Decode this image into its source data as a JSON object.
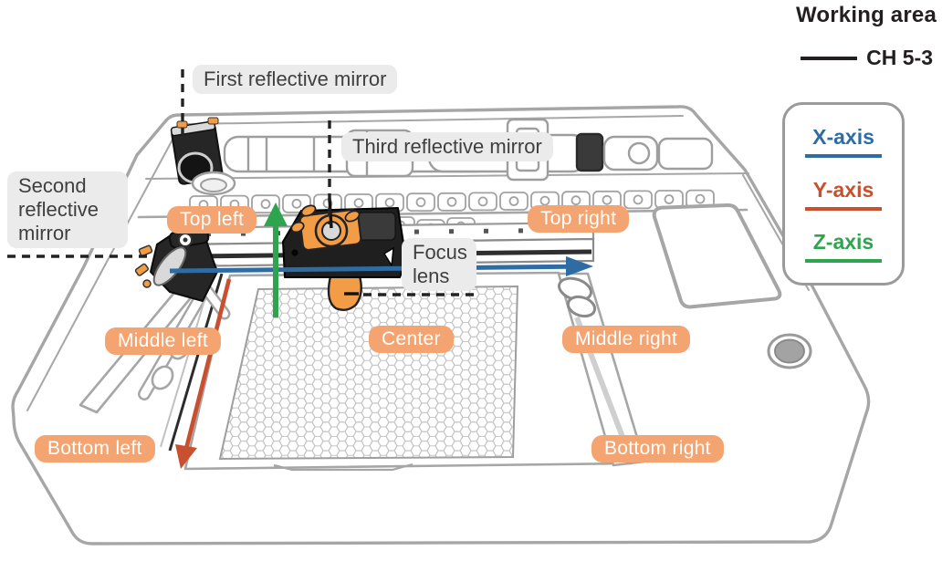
{
  "title": "Working area",
  "model_legend": {
    "label": "CH 5-3"
  },
  "axis_legend": {
    "entries": [
      {
        "label": "X-axis",
        "color": "#2e6ca4"
      },
      {
        "label": "Y-axis",
        "color": "#d6452f"
      },
      {
        "label": "Z-axis",
        "color": "#2ea44e"
      }
    ]
  },
  "mirror_labels": {
    "first": "First reflective mirror",
    "second": "Second reflective mirror",
    "third": "Third reflective mirror",
    "focus_lens": "Focus lens"
  },
  "position_labels": {
    "top_left": "Top left",
    "top_right": "Top right",
    "middle_left": "Middle left",
    "center": "Center",
    "middle_right": "Middle right",
    "bottom_left": "Bottom left",
    "bottom_right": "Bottom right"
  },
  "colors": {
    "orange": "#f4a471",
    "head-orange": "#f29d45",
    "label-bg": "#ebebeb",
    "label-text": "#3f3f3f",
    "ink": "#231f20",
    "line": "#a6a6a6",
    "x-axis": "#2e6ca4",
    "y-axis": "#c9502f",
    "z-axis": "#2ea44e"
  }
}
